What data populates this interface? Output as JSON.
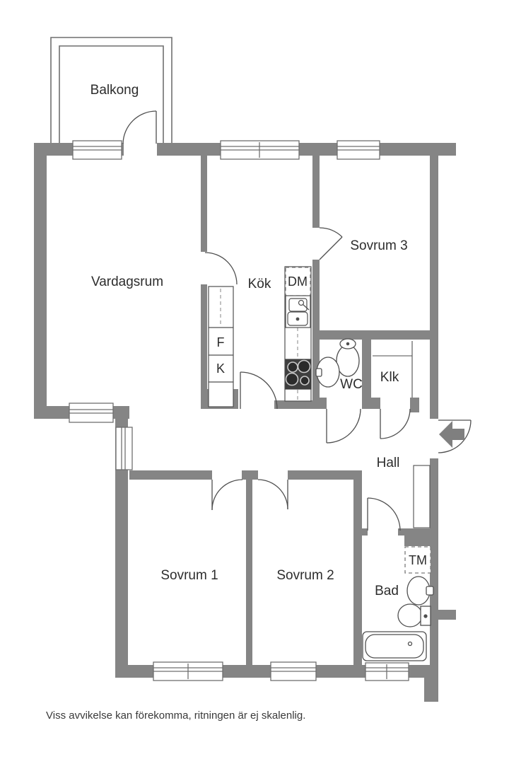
{
  "floorplan": {
    "rooms": [
      {
        "id": "balkong",
        "label": "Balkong"
      },
      {
        "id": "vardagsrum",
        "label": "Vardagsrum"
      },
      {
        "id": "kok",
        "label": "Kök"
      },
      {
        "id": "sovrum3",
        "label": "Sovrum 3"
      },
      {
        "id": "wc",
        "label": "WC"
      },
      {
        "id": "klk",
        "label": "Klk"
      },
      {
        "id": "hall",
        "label": "Hall"
      },
      {
        "id": "sovrum1",
        "label": "Sovrum 1"
      },
      {
        "id": "sovrum2",
        "label": "Sovrum 2"
      },
      {
        "id": "bad",
        "label": "Bad"
      }
    ],
    "appliances": [
      {
        "id": "dm",
        "label": "DM"
      },
      {
        "id": "f",
        "label": "F"
      },
      {
        "id": "k",
        "label": "K"
      },
      {
        "id": "tm",
        "label": "TM"
      }
    ],
    "disclaimer": "Viss avvikelse kan förekomma, ritningen är ej skalenlig.",
    "colors": {
      "wall": "#858585",
      "line": "#4f4f4f",
      "thin_wall": "#6f6f6f",
      "stove": "#3f3f3f",
      "text": "#2d2d2d"
    }
  }
}
